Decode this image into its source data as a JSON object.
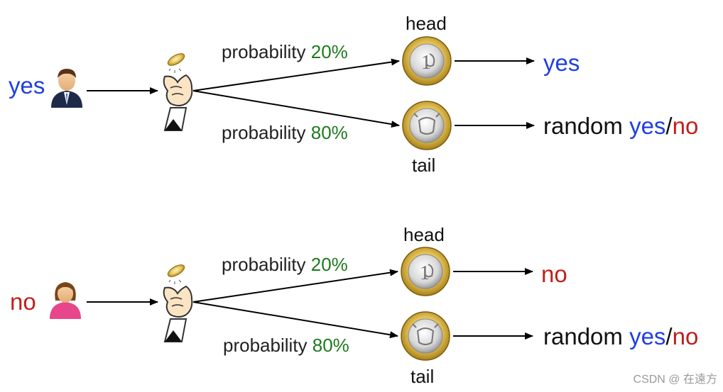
{
  "colors": {
    "yes": "#1f3fe0",
    "no": "#c0201b",
    "percent": "#1e7a1e",
    "arrow": "#000000"
  },
  "rows": [
    {
      "person_label": "yes",
      "person_icon": "businessman-icon",
      "hand_icon": "coin-flip-hand-icon",
      "upper": {
        "prob_text": "probability",
        "prob_value": "20%",
        "coin_label": "head",
        "coin_icon": "coin-head-icon",
        "result": "yes"
      },
      "lower": {
        "prob_text": "probability",
        "prob_value": "80%",
        "coin_label": "tail",
        "coin_icon": "coin-tail-icon",
        "result_prefix": "random",
        "result_yes": "yes",
        "result_sep": "/",
        "result_no": "no"
      }
    },
    {
      "person_label": "no",
      "person_icon": "woman-icon",
      "hand_icon": "coin-flip-hand-icon",
      "upper": {
        "prob_text": "probability",
        "prob_value": "20%",
        "coin_label": "head",
        "coin_icon": "coin-head-icon",
        "result": "no"
      },
      "lower": {
        "prob_text": "probability",
        "prob_value": "80%",
        "coin_label": "tail",
        "coin_icon": "coin-tail-icon",
        "result_prefix": "random",
        "result_yes": "yes",
        "result_sep": "/",
        "result_no": "no"
      }
    }
  ],
  "watermark": "CSDN @ 在遠方"
}
